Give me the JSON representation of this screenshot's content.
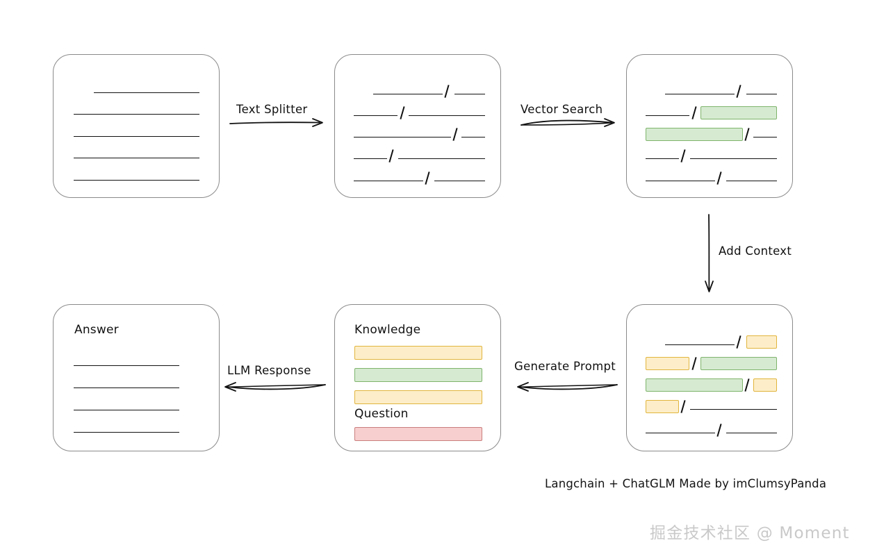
{
  "diagram": {
    "title_footnote": "Langchain + ChatGLM Made by imClumsyPanda",
    "watermark": "掘金技术社区 @ Moment",
    "colors": {
      "card_border": "#8a8a8a",
      "line": "#111111",
      "green_fill": "#d6ead1",
      "green_border": "#7eb46c",
      "yellow_fill": "#fdeec9",
      "yellow_border": "#e0b43c",
      "red_fill": "#f8cfcf",
      "red_border": "#ca7d7d",
      "watermark": "#c9c9c9"
    }
  },
  "arrows": [
    {
      "id": "text-splitter",
      "label": "Text Splitter",
      "direction": "right"
    },
    {
      "id": "vector-search",
      "label": "Vector Search",
      "direction": "right"
    },
    {
      "id": "add-context",
      "label": "Add Context",
      "direction": "down"
    },
    {
      "id": "generate-prompt",
      "label": "Generate Prompt",
      "direction": "left"
    },
    {
      "id": "llm-response",
      "label": "LLM Response",
      "direction": "left"
    }
  ],
  "cards": {
    "source_document": {
      "id": "source-document",
      "label": ""
    },
    "split_document": {
      "id": "split-document",
      "label": ""
    },
    "matched_document": {
      "id": "matched-document",
      "label": ""
    },
    "context_document": {
      "id": "context-document",
      "label": ""
    },
    "prompt": {
      "id": "prompt-card",
      "knowledge_label": "Knowledge",
      "question_label": "Question",
      "knowledge_bars": [
        "yellow",
        "green",
        "yellow"
      ],
      "question_bars": [
        "red"
      ]
    },
    "answer": {
      "id": "answer-card",
      "label": "Answer",
      "line_count": 4
    }
  }
}
